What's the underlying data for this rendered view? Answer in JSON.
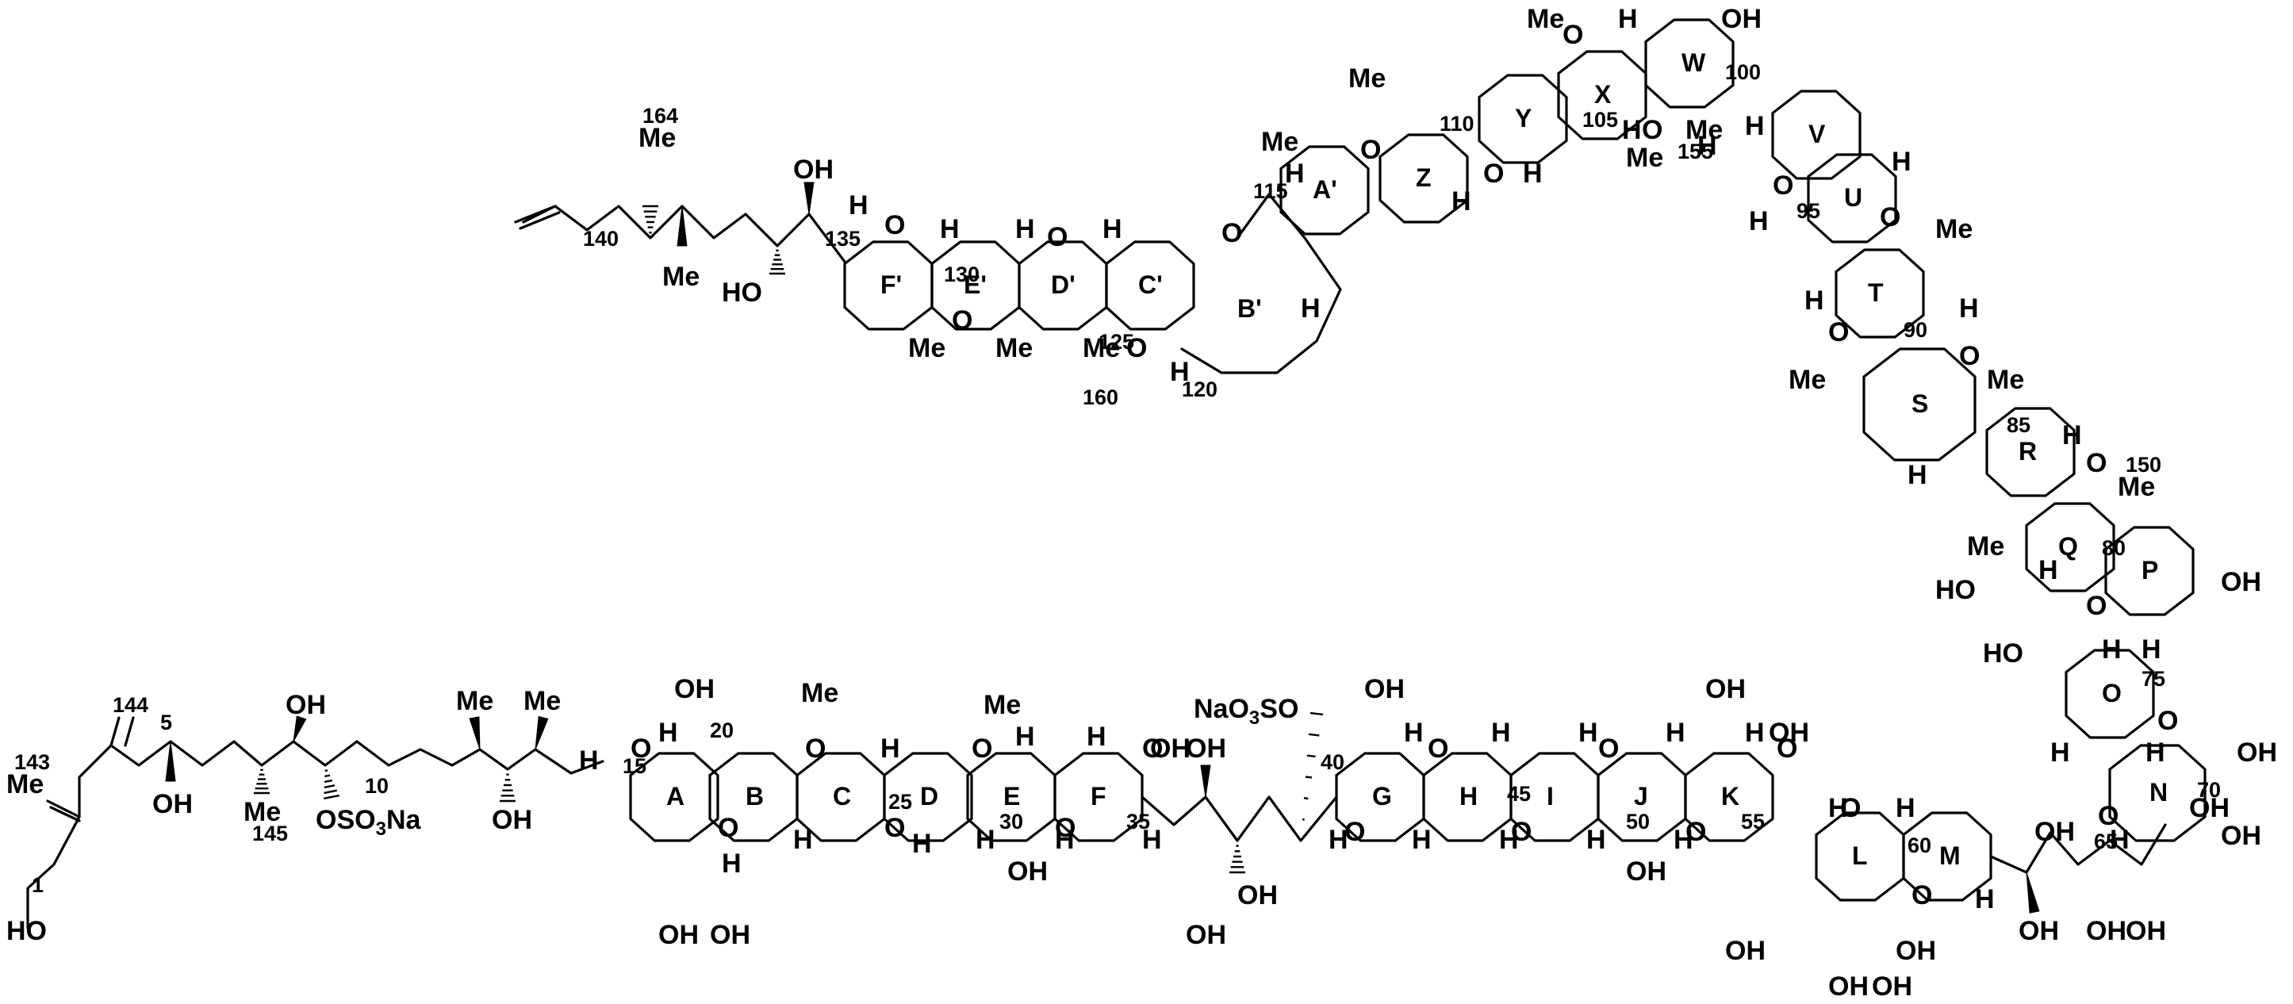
{
  "figure": {
    "colors": {
      "ink": "#000000",
      "background": "#ffffff"
    },
    "ring_labels": [
      "A",
      "B",
      "C",
      "D",
      "E",
      "F",
      "G",
      "H",
      "I",
      "J",
      "K",
      "L",
      "M",
      "N",
      "O",
      "P",
      "Q",
      "R",
      "S",
      "T",
      "U",
      "V",
      "W",
      "X",
      "Y",
      "Z",
      "A'",
      "B'",
      "C'",
      "D'",
      "E'",
      "F'"
    ],
    "carbon_numbers": [
      "1",
      "5",
      "10",
      "15",
      "20",
      "25",
      "30",
      "35",
      "40",
      "45",
      "50",
      "55",
      "60",
      "65",
      "70",
      "75",
      "80",
      "85",
      "90",
      "95",
      "100",
      "105",
      "110",
      "115",
      "120",
      "125",
      "130",
      "135",
      "140",
      "143",
      "144",
      "145",
      "150",
      "155",
      "160",
      "164"
    ],
    "atom_labels": {
      "hydroxyl": "OH",
      "hydroxyl_left": "HO",
      "oxygen": "O",
      "hydrogen": "H",
      "methyl": "Me",
      "sulfate_right": "OSO3Na",
      "sulfate_left": "NaO3SO"
    }
  }
}
